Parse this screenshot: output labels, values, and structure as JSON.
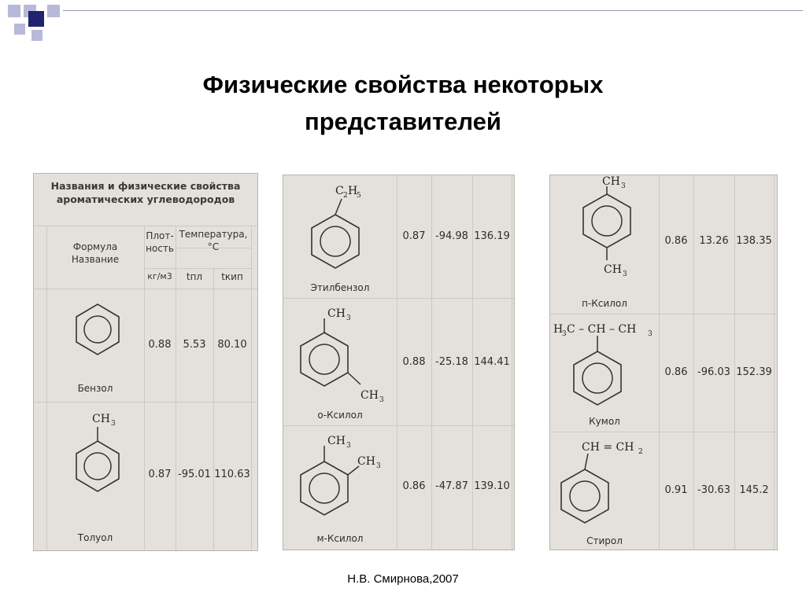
{
  "slide": {
    "title_line1": "Физические свойства некоторых",
    "title_line2": "представителей",
    "footer": "Н.В. Смирнова,2007"
  },
  "table1": {
    "caption_line1": "Названия и физические свойства",
    "caption_line2": "ароматических углеводородов",
    "col_formula": "Формула",
    "col_name": "Название",
    "col_density_line1": "Плот-",
    "col_density_line2": "ность",
    "col_density_unit": "кг/м3",
    "col_temp_line1": "Температура,",
    "col_temp_line2": "°С",
    "col_tmelt": "tпл",
    "col_tboil": "tкип",
    "rows": [
      {
        "name": "Бензол",
        "density": "0.88",
        "tmelt": "5.53",
        "tboil": "80.10",
        "formula": ""
      },
      {
        "name": "Толуол",
        "density": "0.87",
        "tmelt": "-95.01",
        "tboil": "110.63",
        "formula": "CH3"
      }
    ]
  },
  "table2": {
    "rows": [
      {
        "name": "Этилбензол",
        "density": "0.87",
        "tmelt": "-94.98",
        "tboil": "136.19",
        "formula": "C2H5"
      },
      {
        "name": "о-Ксилол",
        "density": "0.88",
        "tmelt": "-25.18",
        "tboil": "144.41",
        "formula": "CH3 / CH3"
      },
      {
        "name": "м-Ксилол",
        "density": "0.86",
        "tmelt": "-47.87",
        "tboil": "139.10",
        "formula": "CH3 / CH3"
      }
    ]
  },
  "table3": {
    "rows": [
      {
        "name": "п-Ксилол",
        "density": "0.86",
        "tmelt": "13.26",
        "tboil": "138.35",
        "formula": "CH3 / CH3"
      },
      {
        "name": "Кумол",
        "density": "0.86",
        "tmelt": "-96.03",
        "tboil": "152.39",
        "formula": "H3C – CH – CH3"
      },
      {
        "name": "Стирол",
        "density": "0.91",
        "tmelt": "-30.63",
        "tboil": "145.2",
        "formula": "CH = CH2"
      }
    ]
  }
}
